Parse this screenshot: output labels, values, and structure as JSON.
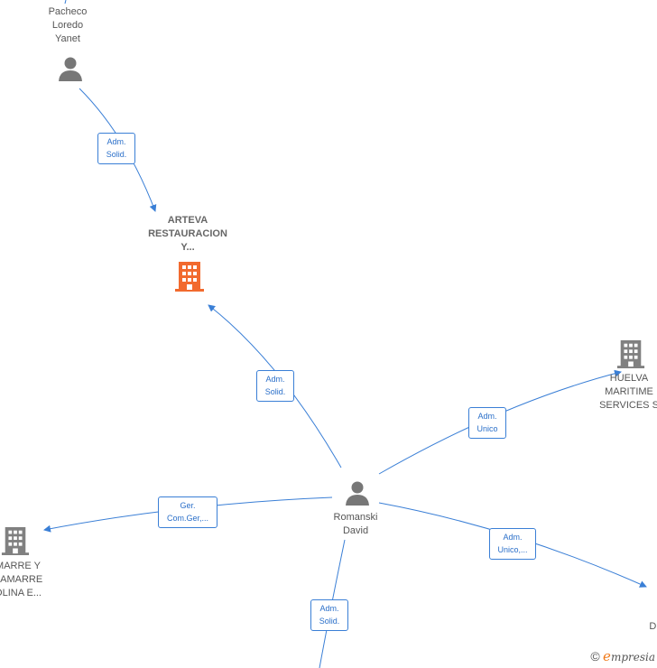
{
  "nodes": {
    "pacheco": {
      "label": "Pacheco\nLoredo\nYanet",
      "type": "person"
    },
    "arteva": {
      "label": "ARTEVA\nRESTAURACION\nY...",
      "type": "company-main"
    },
    "huelva": {
      "label": "HUELVA\nMARITIME\nSERVICES  S",
      "type": "company"
    },
    "romanski": {
      "label": "Romanski\nDavid",
      "type": "person"
    },
    "samarre": {
      "label": "MARRE Y\nSAMARRE\nOLINA E...",
      "type": "company"
    },
    "de": {
      "label": "DE",
      "type": "company"
    }
  },
  "edges": {
    "pacheco_arteva": "Adm.\nSolid.",
    "romanski_arteva": "Adm.\nSolid.",
    "romanski_huelva": "Adm.\nUnico",
    "romanski_samarre": "Ger.\nCom.Ger,...",
    "romanski_de": "Adm.\nUnico,...",
    "romanski_bottom": "Adm.\nSolid."
  },
  "colors": {
    "edge": "#3a7fd6",
    "person_icon": "#777777",
    "company_icon": "#808080",
    "main_company_icon": "#f26a2e"
  },
  "watermark": {
    "copyright": "©",
    "brand_initial": "e",
    "brand_rest": "mpresia"
  }
}
